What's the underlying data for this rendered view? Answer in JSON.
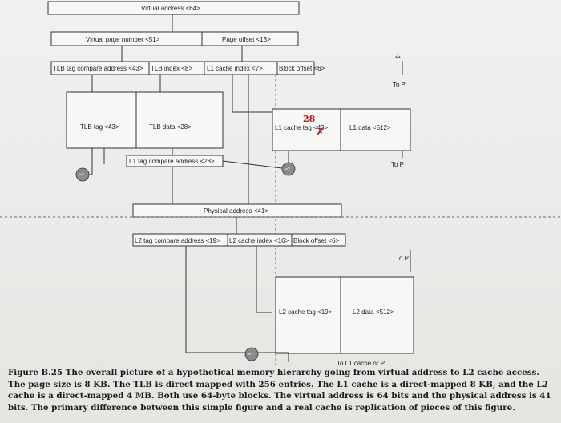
{
  "diagram": {
    "virtual_address": "Virtual address <64>",
    "virtual_page_number": "Virtual page number <51>",
    "page_offset": "Page offset <13>",
    "tlb_tag_compare": "TLB tag compare address <43>",
    "tlb_index": "TLB index <8>",
    "l1_cache_index": "L1 cache index <7>",
    "block_offset_l1": "Block offset <6>",
    "to_p_1": "To P",
    "tlb_tag": "TLB tag <43>",
    "tlb_data": "TLB data <28>",
    "l1_cache_tag": "L1 cache tag <43>",
    "handwritten_note": "28",
    "l1_data": "L1 data <512>",
    "to_p_2": "To P",
    "l1_tag_compare": "L1 tag compare address <28>",
    "physical_address": "Physical address <41>",
    "l2_tag_compare": "L2 tag compare address <19>",
    "l2_cache_index": "L2 cache index <16>",
    "block_offset_l2": "Block offset <6>",
    "to_p_3": "To P",
    "l2_cache_tag": "L2 cache tag <19>",
    "l2_data": "L2 data <512>",
    "to_l1_or_p": "To L1 cache or P",
    "comparator_symbol": "=?"
  },
  "caption": "Figure B.25 The overall picture of a hypothetical memory hierarchy going from virtual address to L2 cache access. The page size is 8 KB. The TLB is direct mapped with 256 entries. The L1 cache is a direct-mapped 8 KB, and the L2 cache is a direct-mapped 4 MB. Both use 64-byte blocks. The virtual address is 64 bits and the physical address is 41 bits. The primary difference between this simple figure and a real cache is replication of pieces of this figure."
}
